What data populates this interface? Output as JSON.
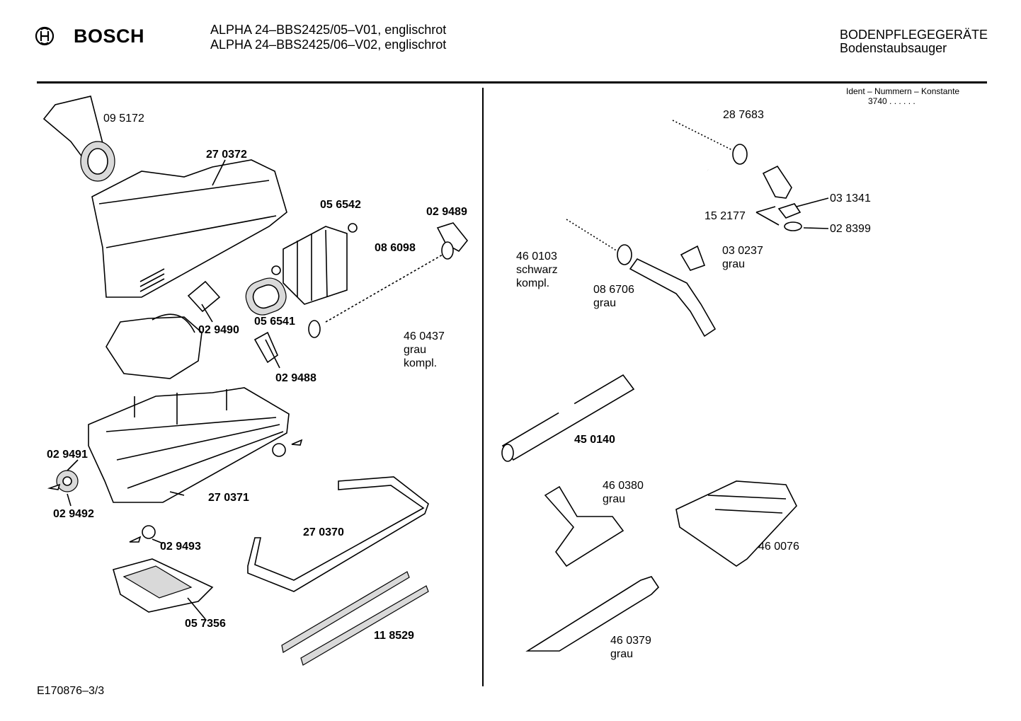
{
  "header": {
    "brand": "BOSCH",
    "model_line_1": "ALPHA 24–BBS2425/05–V01, englischrot",
    "model_line_2": "ALPHA 24–BBS2425/06–V02, englischrot",
    "category": "BODENPFLEGEGERÄTE",
    "subcategory": "Bodenstaubsauger",
    "ident_label": "Ident – Nummern – Konstante",
    "ident_value": "3740  . .   . . . ."
  },
  "parts_left": [
    {
      "lines": [
        "09 5172"
      ],
      "bold": false
    },
    {
      "lines": [
        "27 0372"
      ],
      "bold": true
    },
    {
      "lines": [
        "05 6542"
      ],
      "bold": true
    },
    {
      "lines": [
        "02 9489"
      ],
      "bold": true
    },
    {
      "lines": [
        "08 6098"
      ],
      "bold": true
    },
    {
      "lines": [
        "02 9490"
      ],
      "bold": true
    },
    {
      "lines": [
        "05 6541"
      ],
      "bold": true
    },
    {
      "lines": [
        "46 0437",
        "grau",
        "kompl."
      ],
      "bold": false
    },
    {
      "lines": [
        "02 9488"
      ],
      "bold": true
    },
    {
      "lines": [
        "02 9491"
      ],
      "bold": true
    },
    {
      "lines": [
        "27 0371"
      ],
      "bold": true
    },
    {
      "lines": [
        "02 9492"
      ],
      "bold": true
    },
    {
      "lines": [
        "27 0370"
      ],
      "bold": true
    },
    {
      "lines": [
        "02 9493"
      ],
      "bold": true
    },
    {
      "lines": [
        "05 7356"
      ],
      "bold": true
    },
    {
      "lines": [
        "11 8529"
      ],
      "bold": true
    }
  ],
  "parts_right": [
    {
      "lines": [
        "28 7683"
      ],
      "bold": false
    },
    {
      "lines": [
        "03 1341"
      ],
      "bold": false
    },
    {
      "lines": [
        "15 2177"
      ],
      "bold": false
    },
    {
      "lines": [
        "02 8399"
      ],
      "bold": false
    },
    {
      "lines": [
        "46 0103",
        "schwarz",
        "kompl."
      ],
      "bold": false
    },
    {
      "lines": [
        "03 0237",
        "grau"
      ],
      "bold": false
    },
    {
      "lines": [
        "08 6706",
        "grau"
      ],
      "bold": false
    },
    {
      "lines": [
        "45 0140"
      ],
      "bold": true
    },
    {
      "lines": [
        "46 0380",
        "grau"
      ],
      "bold": false
    },
    {
      "lines": [
        "46 0076"
      ],
      "bold": false
    },
    {
      "lines": [
        "46 0379",
        "grau"
      ],
      "bold": false
    }
  ],
  "footer": {
    "doc_id": "E170876–3/3"
  }
}
